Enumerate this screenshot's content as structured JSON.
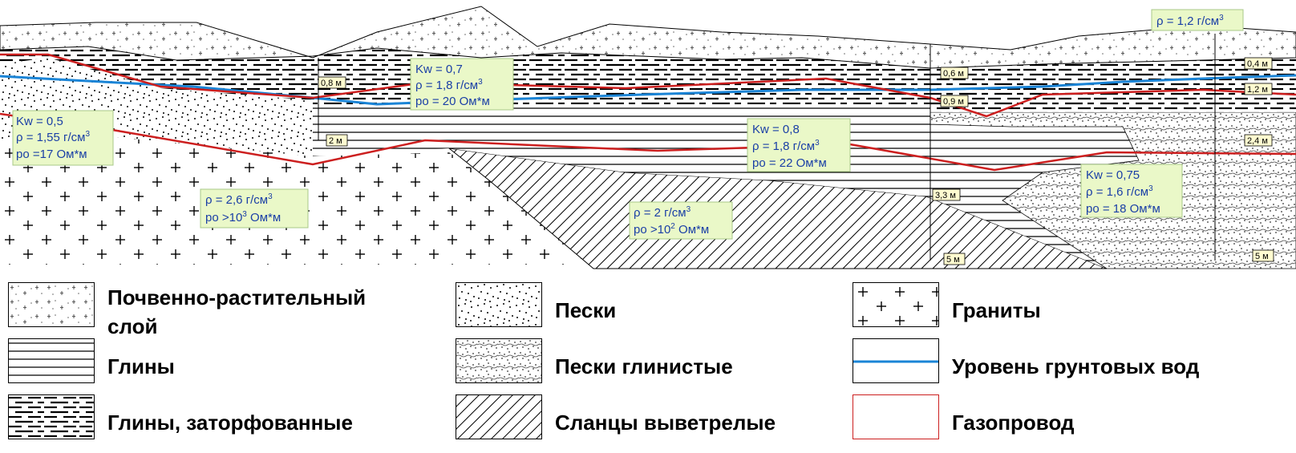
{
  "depth_marks": [
    "0,8 м",
    "2 м",
    "0,6 м",
    "0,9 м",
    "3,3 м",
    "5 м",
    "0,4 м",
    "1,2 м",
    "2,4 м",
    "5 м"
  ],
  "property_boxes": {
    "sands_left": {
      "kw": "Kw = 0,5",
      "rho": "ρ = 1,55 г/см",
      "rho_sup": "3",
      "ro": "ро =17 Ом*м"
    },
    "peat_clay": {
      "kw": "Kw = 0,7",
      "rho": "ρ = 1,8 г/см",
      "rho_sup": "3",
      "ro": "ро = 20 Ом*м"
    },
    "clay": {
      "kw": "Kw = 0,8",
      "rho": "ρ = 1,8 г/см",
      "rho_sup": "3",
      "ro": "ро = 22 Ом*м"
    },
    "clayey_sand": {
      "kw": "Kw = 0,75",
      "rho": "ρ = 1,6 г/см",
      "rho_sup": "3",
      "ro": "ро = 18 Ом*м"
    },
    "granite": {
      "rho": "ρ = 2,6 г/см",
      "rho_sup": "3",
      "ro": "ро >10",
      "ro_sup": "3",
      "ro_unit": " Ом*м"
    },
    "shale": {
      "rho": "ρ = 2 г/см",
      "rho_sup": "3",
      "ro": "ро >10",
      "ro_sup": "2",
      "ro_unit": " Ом*м"
    },
    "soil": {
      "rho": "ρ = 1,2 г/см",
      "rho_sup": "3"
    }
  },
  "legend": {
    "soil": [
      "Почвенно-растительный",
      "слой"
    ],
    "sands": "Пески",
    "granites": "Граниты",
    "clays": "Глины",
    "clayey_sands": "Пески глинистые",
    "groundwater": "Уровень грунтовых вод",
    "peat_clays": "Глины, заторфованные",
    "shales": "Сланцы выветрелые",
    "pipeline": "Газопровод"
  },
  "colors": {
    "groundwater": "#1a84d6",
    "pipeline": "#cc1f1f",
    "label_bg": "#eaf8c8",
    "depth_bg": "#fffbd0",
    "label_text": "#1a3fa6"
  }
}
